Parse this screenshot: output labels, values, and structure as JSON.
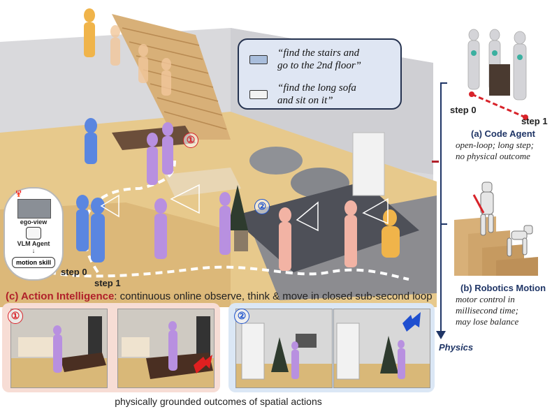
{
  "instructions": [
    {
      "text": "“find the stairs and\ngo to the 2nd floor”",
      "swatch_color": "#a9bedc"
    },
    {
      "text": "“find the long sofa\n and sit on it”",
      "swatch_color": "#f2f2f2"
    }
  ],
  "markers": {
    "one": {
      "label": "①",
      "color": "#d8232a"
    },
    "two": {
      "label": "②",
      "color": "#2255cc"
    }
  },
  "scene_steps": {
    "step0": "step 0",
    "step1": "step 1"
  },
  "agent_loop": {
    "ego_view": "ego-view",
    "vlm_agent": "VLM Agent",
    "motion_skill": "motion skill"
  },
  "caption_c": {
    "title": "(c) Action Intelligence",
    "desc": ": continuous online observe, think & move in closed sub-second loop"
  },
  "bottom_caption": "physically grounded outcomes of spatial actions",
  "code_agent": {
    "step0": "step 0",
    "step1": "step 1",
    "title": "(a) Code Agent",
    "desc": "open-loop; long step;\nno physical outcome"
  },
  "robotics": {
    "title": "(b) Robotics Motion",
    "desc": "motor control in\nmillisecond time;\nmay lose balance"
  },
  "axis_label": "Physics",
  "colors": {
    "accent_red": "#b0202a",
    "navy": "#1f3566",
    "human_blue": "#5a86e0",
    "human_purple": "#b890e0",
    "human_orange": "#f0b44a"
  }
}
